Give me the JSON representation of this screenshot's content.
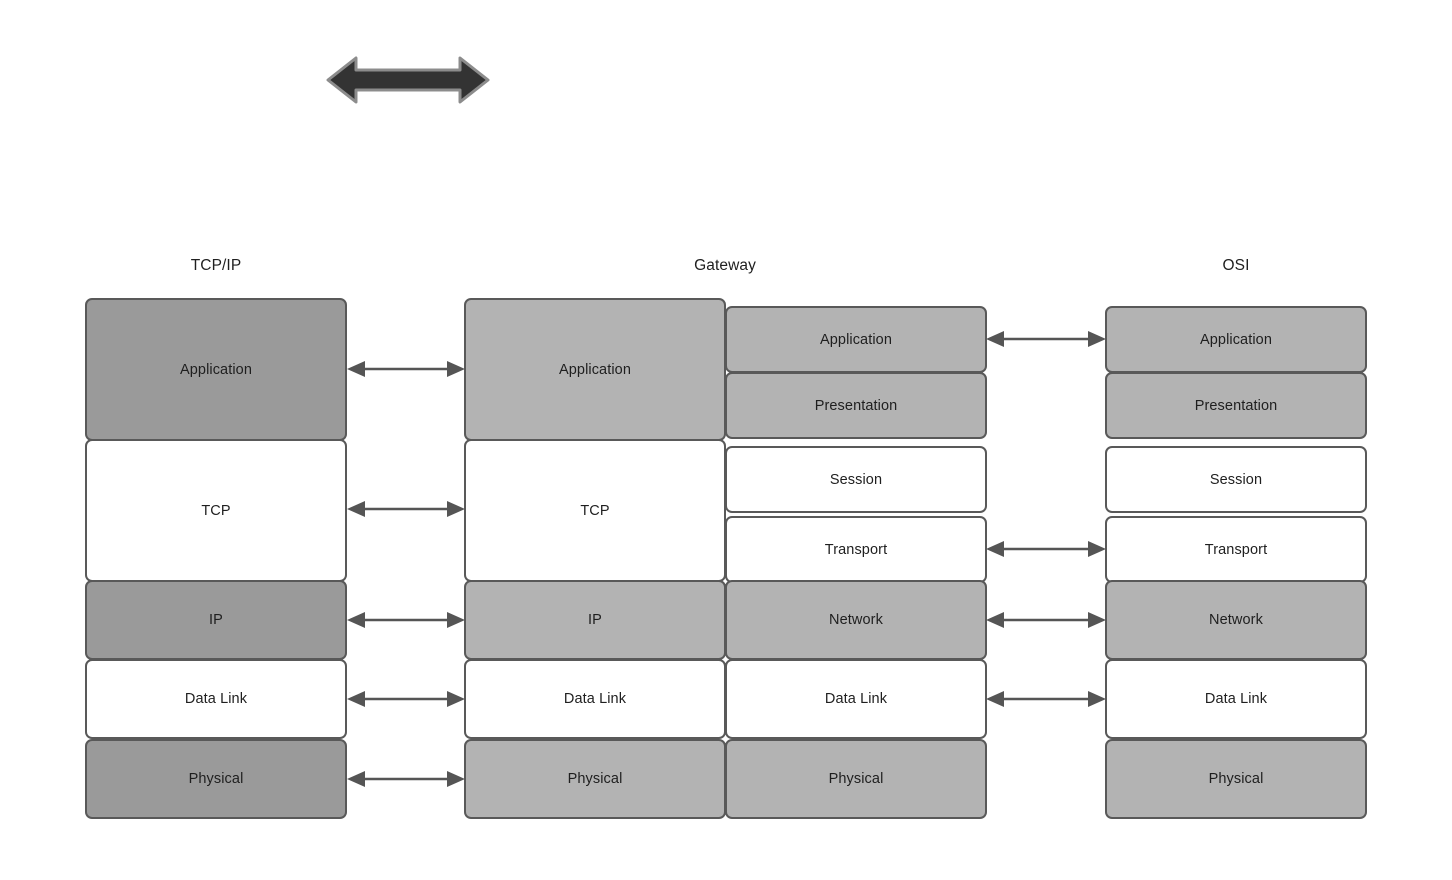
{
  "diagram": {
    "title_top_arrow": "bidirectional-flow-arrow",
    "columns": [
      {
        "id": "tcpip",
        "header": "TCP/IP",
        "layers": [
          {
            "label": "Application",
            "fill": "#9a9a9a"
          },
          {
            "label": "TCP",
            "fill": "#ffffff"
          },
          {
            "label": "IP",
            "fill": "#9a9a9a"
          },
          {
            "label": "Data Link",
            "fill": "#ffffff"
          },
          {
            "label": "Physical",
            "fill": "#9a9a9a"
          }
        ]
      },
      {
        "id": "gateway",
        "header": "Gateway",
        "left_layers": [
          {
            "label": "Application",
            "fill": "#b3b3b3"
          },
          {
            "label": "TCP",
            "fill": "#ffffff"
          },
          {
            "label": "IP",
            "fill": "#b3b3b3"
          },
          {
            "label": "Data Link",
            "fill": "#ffffff"
          },
          {
            "label": "Physical",
            "fill": "#b3b3b3"
          }
        ],
        "right_layers": [
          {
            "label": "Application",
            "fill": "#b3b3b3"
          },
          {
            "label": "Presentation",
            "fill": "#b3b3b3"
          },
          {
            "label": "Session",
            "fill": "#ffffff"
          },
          {
            "label": "Transport",
            "fill": "#ffffff"
          },
          {
            "label": "Network",
            "fill": "#b3b3b3"
          },
          {
            "label": "Data Link",
            "fill": "#ffffff"
          },
          {
            "label": "Physical",
            "fill": "#b3b3b3"
          }
        ]
      },
      {
        "id": "osi",
        "header": "OSI",
        "layers": [
          {
            "label": "Application",
            "fill": "#b3b3b3"
          },
          {
            "label": "Presentation",
            "fill": "#b3b3b3"
          },
          {
            "label": "Session",
            "fill": "#ffffff"
          },
          {
            "label": "Transport",
            "fill": "#ffffff"
          },
          {
            "label": "Network",
            "fill": "#b3b3b3"
          },
          {
            "label": "Data Link",
            "fill": "#ffffff"
          },
          {
            "label": "Physical",
            "fill": "#b3b3b3"
          }
        ]
      }
    ],
    "left_connectors": [
      {
        "name": "connector-application"
      },
      {
        "name": "connector-tcp"
      },
      {
        "name": "connector-ip"
      },
      {
        "name": "connector-data-link"
      },
      {
        "name": "connector-physical"
      }
    ],
    "right_connectors": [
      {
        "name": "connector-application"
      },
      {
        "name": "connector-transport"
      },
      {
        "name": "connector-network"
      },
      {
        "name": "connector-data-link"
      }
    ],
    "colors": {
      "border": "#595959",
      "arrow": "#555555",
      "block_arrow_fill": "#333333",
      "block_arrow_stroke": "#8c8c8c",
      "text": "#1f1f1f",
      "gray_dark": "#9a9a9a",
      "gray_light": "#b3b3b3",
      "white": "#ffffff",
      "background": "#ffffff"
    }
  }
}
